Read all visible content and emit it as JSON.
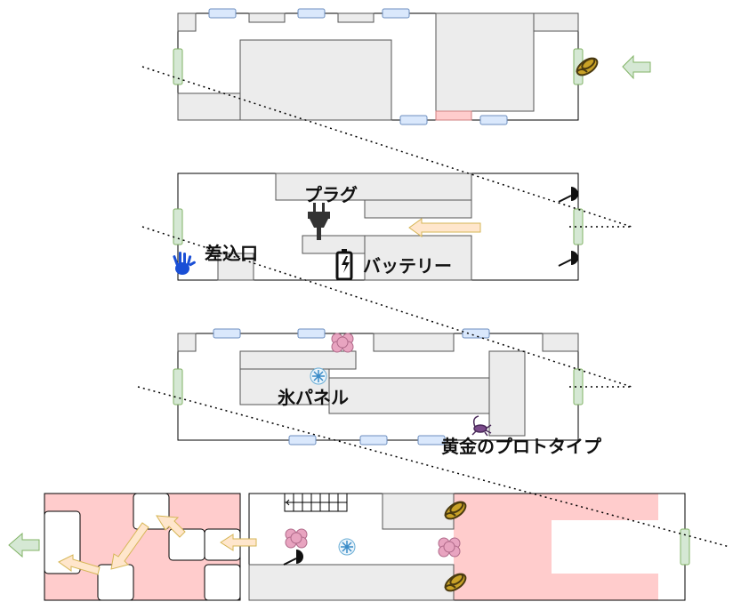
{
  "labels": {
    "plug": "プラグ",
    "outlet": "差込口",
    "battery": "バッテリー",
    "ice_panel": "氷パネル",
    "golden_prototype": "黄金のプロトタイプ"
  },
  "colors": {
    "wall": "#ececec",
    "window": "#dae8fc",
    "window_border": "#6c8ebf",
    "door": "#d5e8d4",
    "door_border": "#82b366",
    "pink": "#ffcccc",
    "arrow_fill": "#ffe6cc",
    "arrow_border": "#d6b656",
    "hand": "#1a4fd6",
    "flower": "#e8a4c0"
  },
  "icons": [
    "hand-icon",
    "plug-icon",
    "battery-icon",
    "snowflake-icon",
    "flower-icon",
    "scorpion-icon",
    "coil-icon",
    "lamp-icon",
    "arrow-icon"
  ]
}
